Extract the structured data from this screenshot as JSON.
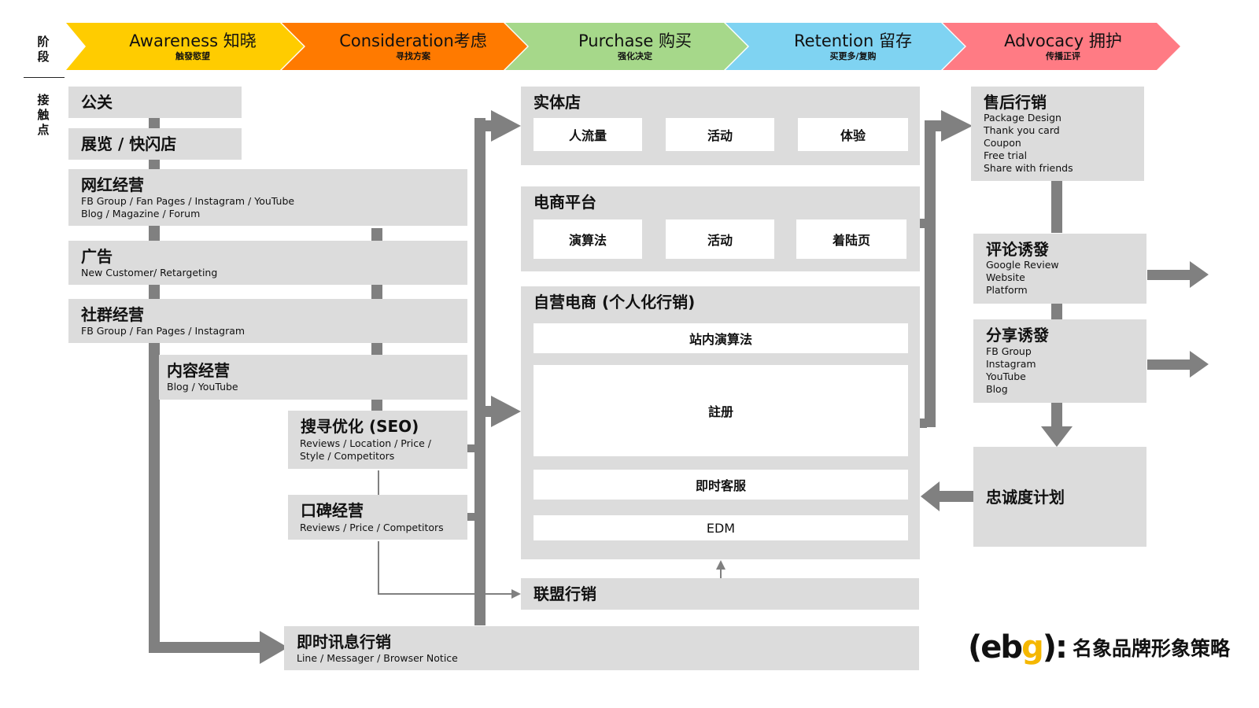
{
  "side_labels": {
    "stage": "阶\n段",
    "touchpoint": "接\n触\n点"
  },
  "stages": [
    {
      "name": "Awareness 知晓",
      "desc": "触發慾望",
      "color": "#ffcc00"
    },
    {
      "name": "Consideration考虑",
      "desc": "寻找方案",
      "color": "#ff7a00"
    },
    {
      "name": "Purchase 购买",
      "desc": "强化决定",
      "color": "#a6d88a"
    },
    {
      "name": "Retention 留存",
      "desc": "买更多/复购",
      "color": "#7fd3f2"
    },
    {
      "name": "Advocacy 拥护",
      "desc": "传播正评",
      "color": "#ff7b84"
    }
  ],
  "left_boxes": {
    "pr": {
      "title": "公关"
    },
    "expo": {
      "title": "展览 / 快闪店"
    },
    "influencer": {
      "title": "网红经营",
      "line1": "FB Group / Fan Pages / Instagram / YouTube",
      "line2": "Blog / Magazine / Forum"
    },
    "ads": {
      "title": "广告",
      "line1": "New Customer/ Retargeting"
    },
    "community": {
      "title": "社群经营",
      "line1": "FB Group / Fan Pages / Instagram"
    },
    "content": {
      "title": "内容经营",
      "line1": "Blog / YouTube"
    },
    "seo": {
      "title": "搜寻优化 (SEO)",
      "line1": "Reviews / Location / Price /",
      "line2": "Style / Competitors"
    },
    "wom": {
      "title": "口碑经营",
      "line1": "Reviews / Price / Competitors"
    }
  },
  "middle_boxes": {
    "store": {
      "title": "实体店",
      "items": [
        "人流量",
        "活动",
        "体验"
      ]
    },
    "ecommerce": {
      "title": "电商平台",
      "items": [
        "演算法",
        "活动",
        "着陆页"
      ]
    },
    "own_ecommerce": {
      "title": "自营电商 (个人化行销)",
      "items": [
        "站内演算法",
        "註册",
        "即时客服",
        "EDM"
      ]
    },
    "affiliate": {
      "title": "联盟行销"
    },
    "im": {
      "title": "即时讯息行销",
      "line1": "Line / Messager / Browser Notice"
    }
  },
  "right_boxes": {
    "aftersales": {
      "title": "售后行销",
      "lines": [
        "Package Design",
        "Thank you card",
        "Coupon",
        "Free trial",
        "Share with friends"
      ]
    },
    "review": {
      "title": "评论诱發",
      "lines": [
        "Google Review",
        "Website",
        "Platform"
      ]
    },
    "share": {
      "title": "分享诱發",
      "lines": [
        "FB Group",
        "Instagram",
        "YouTube",
        "Blog"
      ]
    },
    "loyalty": {
      "title": "忠诚度计划"
    }
  },
  "brand": {
    "mark_e": "(e",
    "mark_b": "b",
    "mark_g": "g",
    "mark_tail": "):",
    "name": "名象品牌形象策略"
  },
  "colors": {
    "box": "#dcdcdc",
    "connector": "#808080",
    "page_bg": "#ffffff"
  }
}
